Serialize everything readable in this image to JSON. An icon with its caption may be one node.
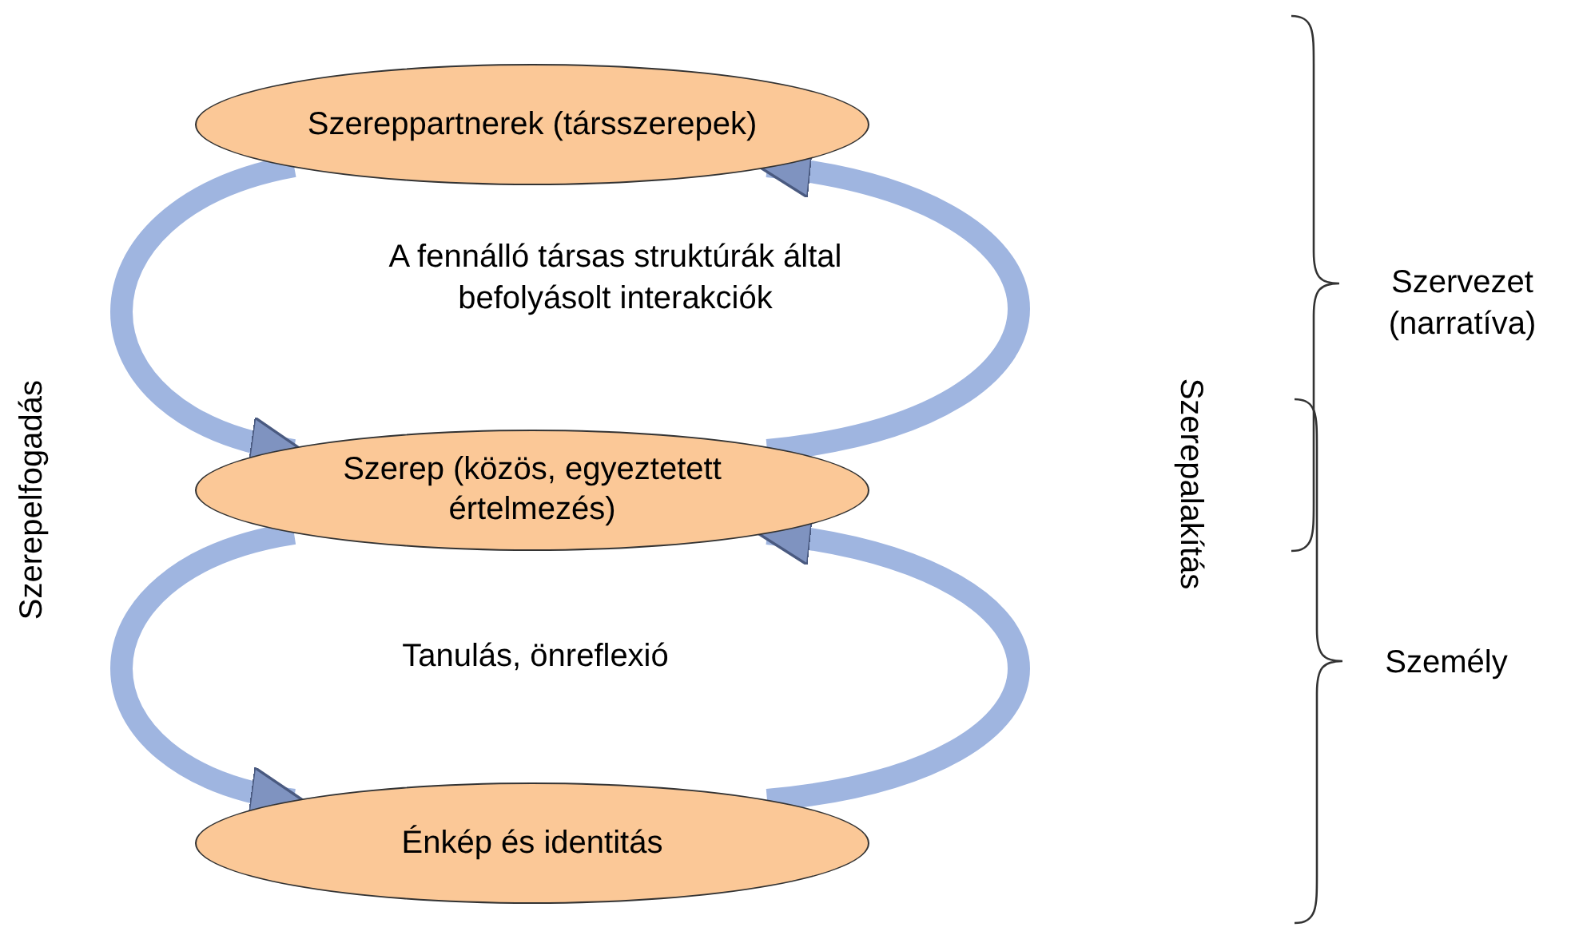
{
  "diagram": {
    "nodes": [
      {
        "text": [
          "Szereppartnerek (társszerepek)"
        ]
      },
      {
        "text": [
          "Szerep (közös, egyeztetett értelmezés)"
        ]
      },
      {
        "text": [
          "Énkép és identitás"
        ]
      }
    ],
    "edges": [
      {
        "from": 0,
        "to": 1,
        "arrow": "to"
      },
      {
        "from": 1,
        "to": 0,
        "arrow": "to"
      },
      {
        "from": 1,
        "to": 2,
        "arrow": "to"
      },
      {
        "from": 2,
        "to": 1,
        "arrow": "to"
      }
    ],
    "labels": [
      "Szervezet (narratíva)",
      "A fennálló társas struktúrák által befolyásolt interakciók",
      "Szerepelfogadás",
      "Szerepalakítás",
      "Tanulás, önreflexió",
      "Személy"
    ]
  }
}
